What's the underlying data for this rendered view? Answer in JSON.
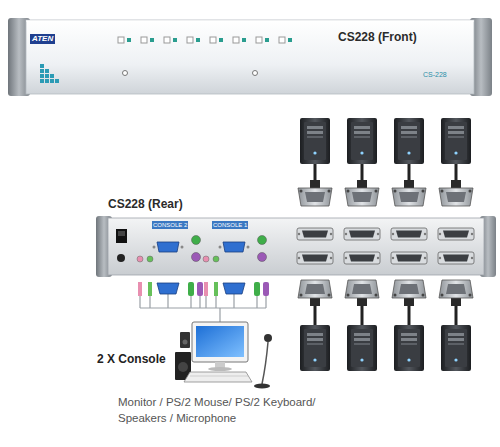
{
  "diagram": {
    "nodes": [
      {
        "text": [
          "CS228 (Front)"
        ]
      },
      {
        "text": [
          "CS228 (Rear)"
        ]
      }
    ],
    "labels": [
      "ATEN",
      "CS-228",
      "CONSOLE 2",
      "CONSOLE 1",
      "2 X Console",
      "Monitor / PS/2 Mouse/ PS/2 Keyboard/ Speakers / Microphone"
    ]
  }
}
